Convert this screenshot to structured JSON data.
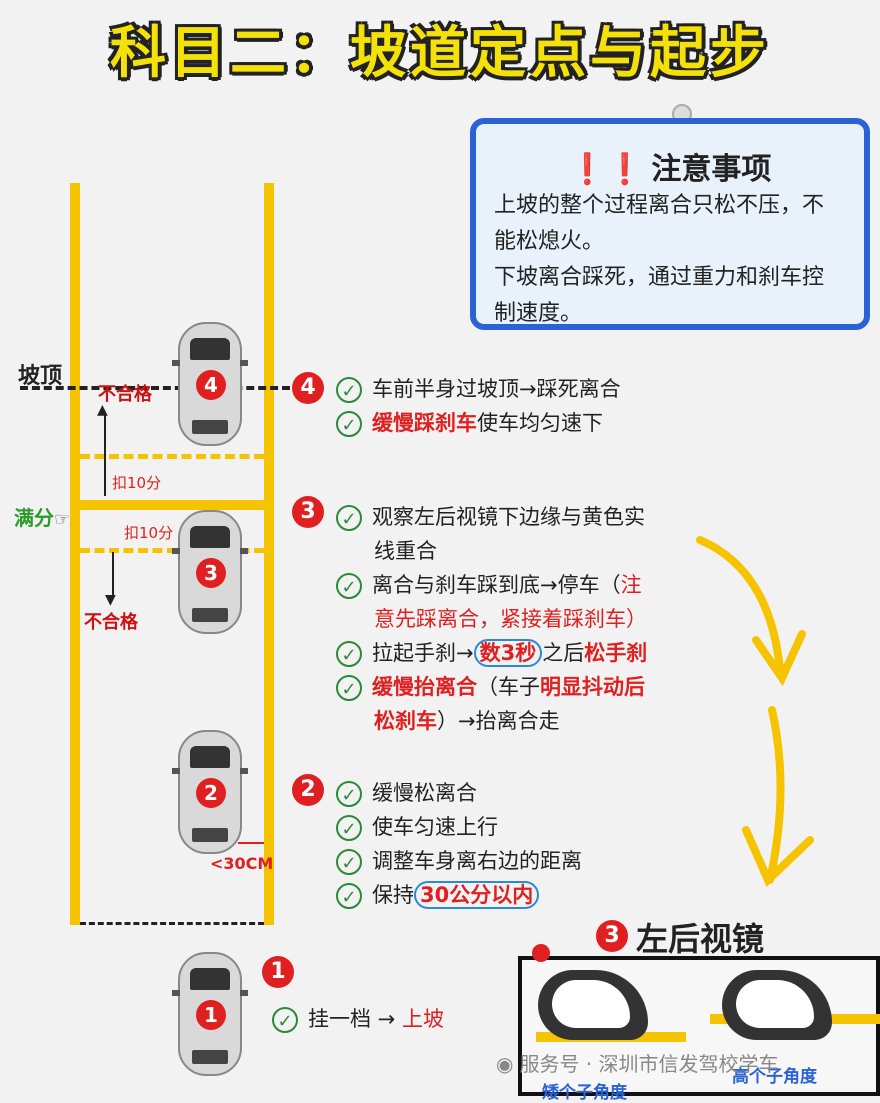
{
  "title": "科目二：坡道定点与起步",
  "note": {
    "title": "注意事项",
    "lines": [
      "上坡的整个过程离合只松不压，不",
      "能松熄火。",
      "下坡离合踩死，通过重力和刹车控",
      "制速度。"
    ]
  },
  "diagram": {
    "slope_top": "坡顶",
    "fail_top": "不合格",
    "deduct1": "扣10分",
    "full": "满分",
    "deduct2": "扣10分",
    "fail_bottom": "不合格",
    "distance": "<30CM",
    "cars": [
      "4",
      "3",
      "2",
      "1"
    ]
  },
  "step4": {
    "num": "4",
    "lines": [
      {
        "a": "车前半身过坡顶→踩死离合",
        "b": ""
      },
      {
        "a": "缓慢踩刹车",
        "b": "使车均匀速下"
      }
    ]
  },
  "step3": {
    "num": "3",
    "l1": "观察左后视镜下边缘与黄色实",
    "l1b": "线重合",
    "l2a": "离合与刹车踩到底→停车（",
    "l2b": "注",
    "l2c": "意先踩离合，紧接着踩刹车）",
    "l3a": "拉起手刹→",
    "l3b": "数3秒",
    "l3c": "之后",
    "l3d": "松手刹",
    "l4a": "缓慢抬离合",
    "l4b": "（车子",
    "l4c": "明显抖动后",
    "l4d": "松刹车",
    "l4e": "）→抬离合走"
  },
  "step2": {
    "num": "2",
    "lines": [
      "缓慢松离合",
      "使车匀速上行",
      "调整车身离右边的距离"
    ],
    "l4a": "保持",
    "l4b": "30公分以内"
  },
  "step1": {
    "num": "1",
    "a": "挂一档 → ",
    "b": "上坡"
  },
  "mirror": {
    "num": "3",
    "title": "左后视镜",
    "short": "矮个子角度",
    "tall": "高个子角度"
  },
  "watermark": "服务号 · 深圳市信发驾校学车"
}
